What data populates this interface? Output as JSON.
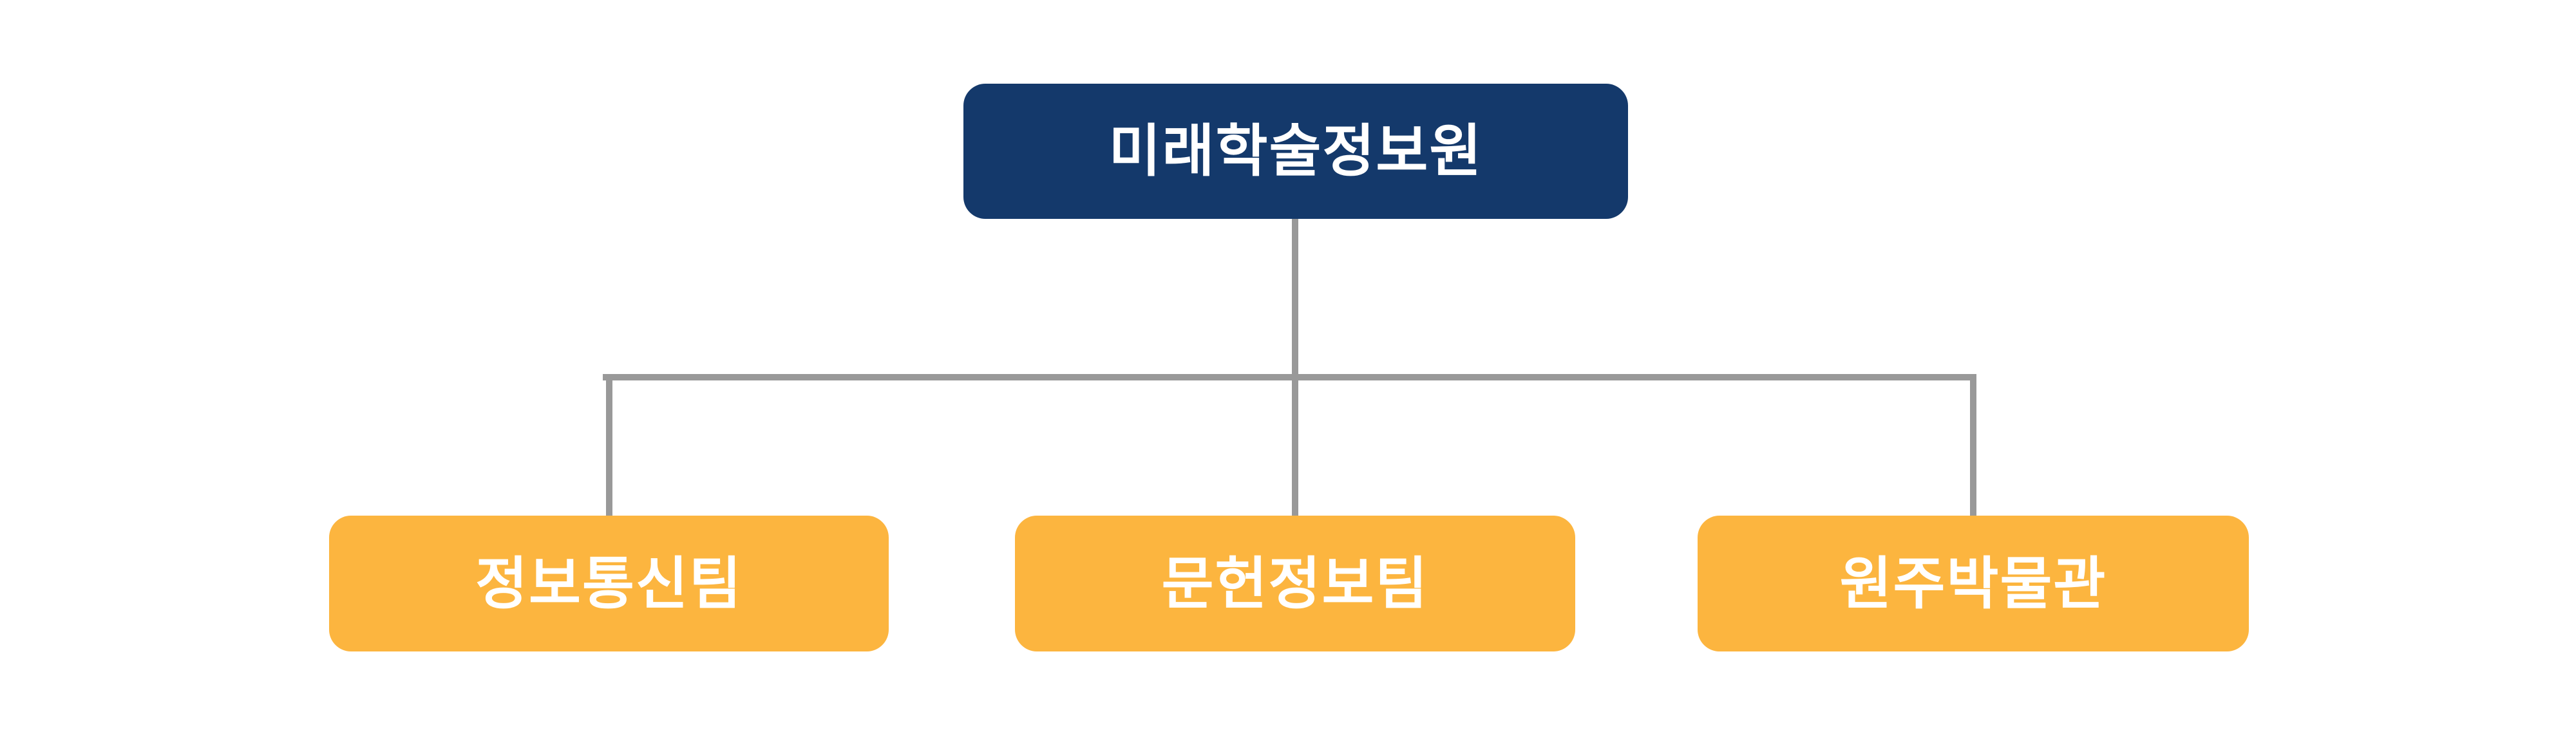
{
  "org_chart": {
    "type": "org-chart",
    "root": {
      "label": "미래학술정보원"
    },
    "children": [
      {
        "label": "정보통신팀"
      },
      {
        "label": "문헌정보팀"
      },
      {
        "label": "원주박물관"
      }
    ],
    "colors": {
      "root_bg": "#14396B",
      "child_bg": "#FCB53F",
      "connector": "#999999",
      "text": "#FFFFFF",
      "background": "#FFFFFF"
    }
  }
}
